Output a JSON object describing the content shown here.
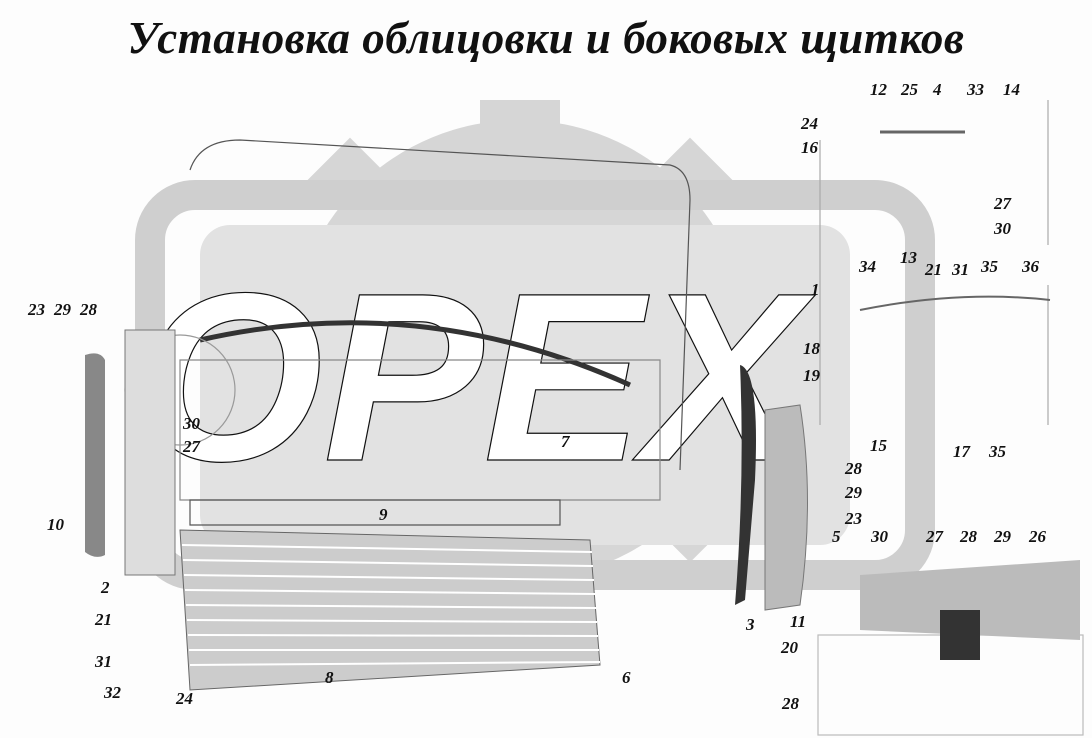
{
  "title": "Установка облицовки и боковых щитков",
  "watermark": "OPEX",
  "labels": [
    "12",
    "25",
    "4",
    "33",
    "14",
    "24",
    "16",
    "27",
    "30",
    "34",
    "13",
    "21",
    "31",
    "35",
    "36",
    "1",
    "18",
    "19",
    "30",
    "27",
    "7",
    "15",
    "17",
    "35",
    "28",
    "29",
    "23",
    "23",
    "29",
    "28",
    "10",
    "9",
    "5",
    "30",
    "27",
    "28",
    "29",
    "26",
    "2",
    "21",
    "31",
    "32",
    "11",
    "3",
    "20",
    "8",
    "6",
    "24",
    "28"
  ]
}
